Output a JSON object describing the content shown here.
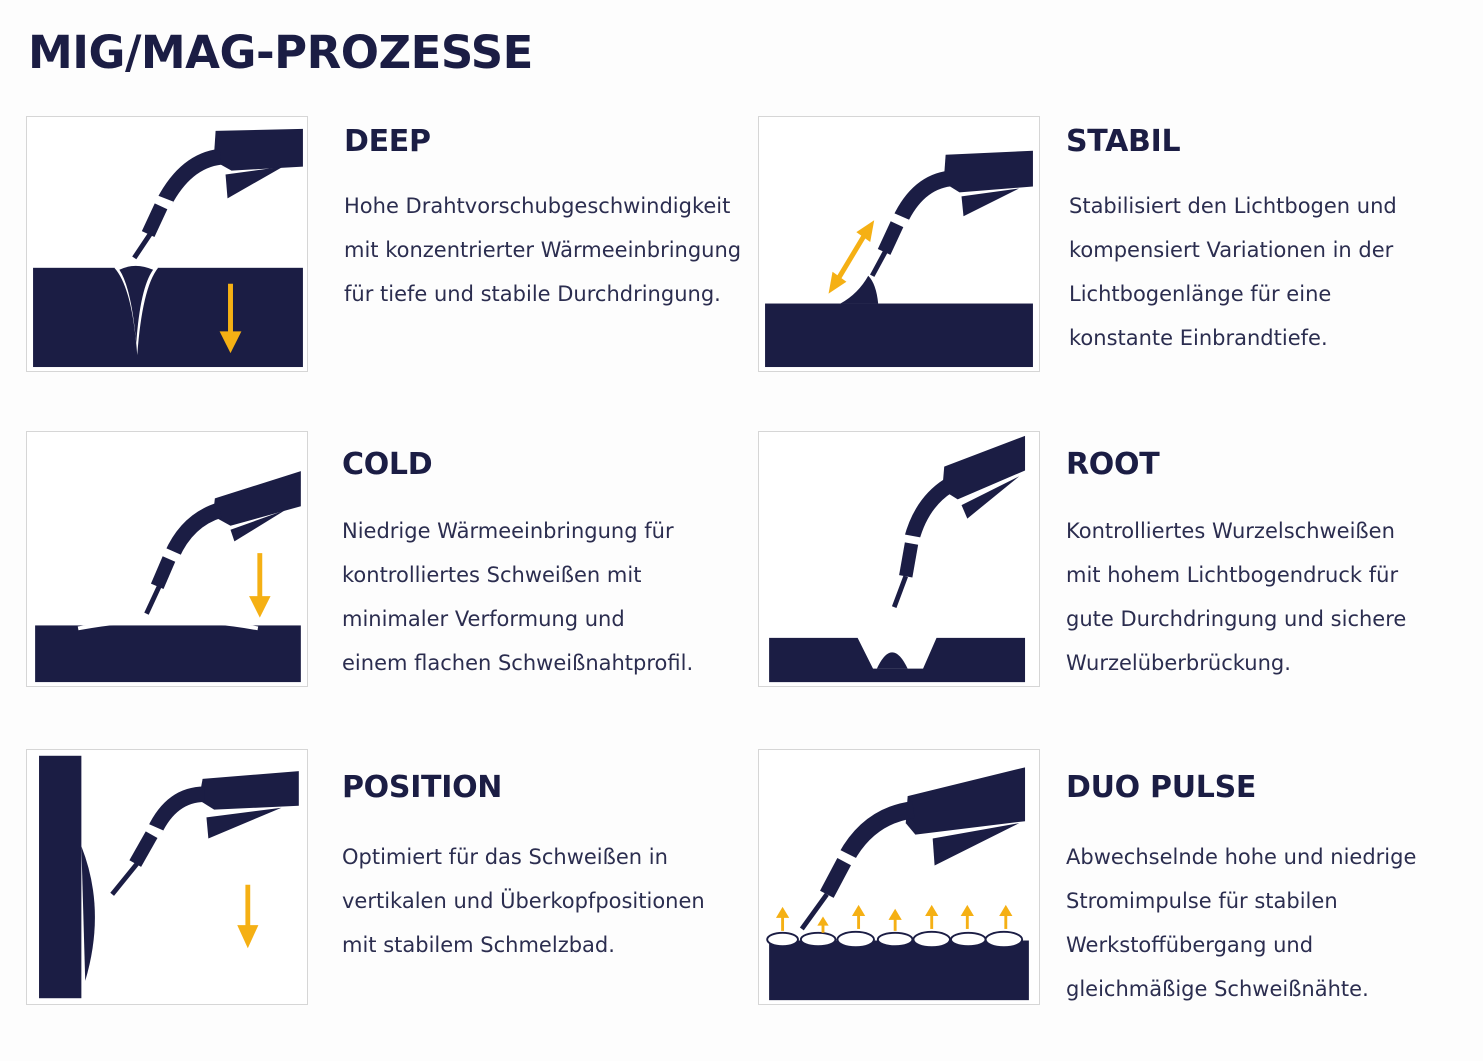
{
  "title": "MIG/MAG-PROZESSE",
  "colors": {
    "navy": "#1b1d44",
    "accent": "#f5b014",
    "text": "#2b2d4f",
    "border": "#d6d6d6"
  },
  "processes": [
    {
      "name": "DEEP",
      "description": "Hohe Drahtvorschubgeschwindigkeit\nmit konzentrierter Wärmeeinbringung\nfür tiefe und stabile Durchdringung.",
      "icon": "deep-penetration-weld-icon"
    },
    {
      "name": "STABIL",
      "description": "Stabilisiert den Lichtbogen und\nkompensiert Variationen in der\nLichtbogenlänge für eine\nkonstante Einbrandtiefe.",
      "icon": "stable-arc-weld-icon"
    },
    {
      "name": "COLD",
      "description": "Niedrige Wärmeeinbringung für\nkontrolliertes Schweißen mit\nminimaler Verformung und\neinem flachen Schweißnahtprofil.",
      "icon": "cold-flat-weld-icon"
    },
    {
      "name": "ROOT",
      "description": "Kontrolliertes Wurzelschweißen\nmit hohem Lichtbogendruck für\ngute Durchdringung und sichere\nWurzelüberbrückung.",
      "icon": "root-weld-icon"
    },
    {
      "name": "POSITION",
      "description": "Optimiert für das Schweißen in\nvertikalen und Überkopfpositionen\nmit stabilem Schmelzbad.",
      "icon": "position-weld-icon"
    },
    {
      "name": "DUO PULSE",
      "description": "Abwechselnde hohe und niedrige\nStromimpulse für stabilen\nWerkstoffübergang und\ngleichmäßige Schweißnähte.",
      "icon": "duo-pulse-weld-icon"
    }
  ]
}
